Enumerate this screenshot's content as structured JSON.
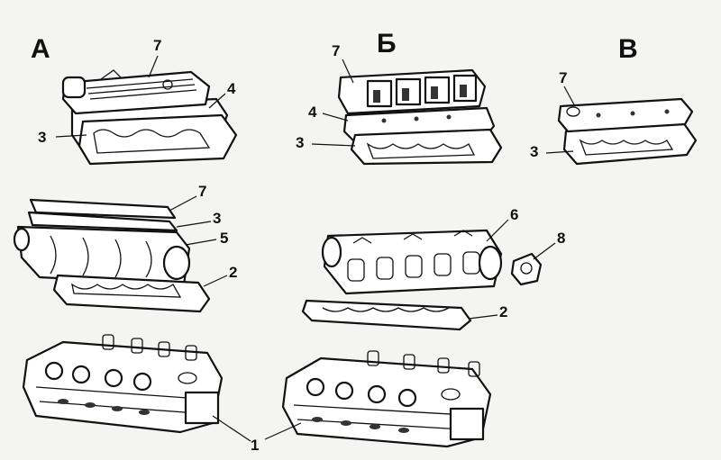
{
  "groups": {
    "a": "А",
    "b": "Б",
    "v": "В"
  },
  "labels": {
    "a7_top": "7",
    "a4": "4",
    "a3_top": "3",
    "a7_mid": "7",
    "a3_mid": "3",
    "a5": "5",
    "a2": "2",
    "b7": "7",
    "b4": "4",
    "b3": "3",
    "b6": "6",
    "b8": "8",
    "b2": "2",
    "v7": "7",
    "v3": "3",
    "c1": "1"
  }
}
